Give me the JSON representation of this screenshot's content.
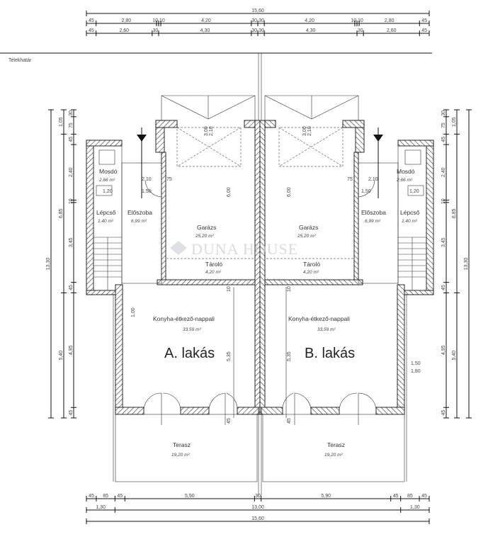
{
  "plot_label": "Telekhatár",
  "watermark": "DUNA HOUSE",
  "dimensions": {
    "top": {
      "total": "15,60",
      "row2": [
        "45",
        "2,80",
        "10",
        "10",
        "4,20",
        "30",
        "30",
        "4,20",
        "10",
        "10",
        "2,80",
        "45"
      ],
      "row3": [
        "45",
        "2,60",
        "30",
        "4,30",
        "30",
        "30",
        "4,30",
        "30",
        "2,60",
        "45"
      ]
    },
    "bottom": {
      "row1": [
        "45",
        "85",
        "45",
        "5,90",
        "30",
        "5,90",
        "45",
        "85",
        "45"
      ],
      "row2": [
        "1,30",
        "13,00",
        "1,30"
      ],
      "total": "15,60"
    },
    "left": {
      "total": "13,30",
      "mid": [
        "1,05",
        "6,85",
        "5,40"
      ],
      "inner": [
        "30",
        "75",
        "45",
        "2,40",
        "10",
        "3,45",
        "45",
        "4,95",
        "45"
      ]
    },
    "right": {
      "total": "13,30",
      "mid": [
        "1,05",
        "6,85",
        "5,40"
      ],
      "inner": [
        "30",
        "75",
        "45",
        "2,40",
        "10",
        "3,45",
        "45",
        "4,95",
        "45"
      ]
    },
    "interior": {
      "garage_depth": "6,00",
      "living_depth": "5,35",
      "door_h": "2,10",
      "window_w": "75",
      "opening": "1,20",
      "opening2": "1,50",
      "gate_w": "3,00",
      "gate_h": "2,10",
      "win_right_w": "1,50",
      "win_right_h": "1,80",
      "win_left_h": "1,00",
      "living_gap": "10",
      "terrace_gap": "45"
    }
  },
  "units": {
    "A": {
      "title": "A. lakás",
      "rooms": {
        "mosdo": {
          "name": "Mosdó",
          "area": "2,66 m²"
        },
        "eloszoba": {
          "name": "Előszoba",
          "area": "6,99 m²"
        },
        "lepcso": {
          "name": "Lépcső",
          "area": "1,40 m²"
        },
        "garazs": {
          "name": "Garázs",
          "area": "25,20 m²"
        },
        "tarolo": {
          "name": "Tároló",
          "area": "4,20 m²"
        },
        "nappali": {
          "name": "Konyha-étkező-nappali",
          "area": "33,59 m²"
        },
        "terasz": {
          "name": "Terasz",
          "area": "19,20 m²"
        }
      }
    },
    "B": {
      "title": "B. lakás",
      "rooms": {
        "mosdo": {
          "name": "Mosdó",
          "area": "2,66 m²"
        },
        "eloszoba": {
          "name": "Előszoba",
          "area": "6,99 m²"
        },
        "lepcso": {
          "name": "Lépcső",
          "area": "1,40 m²"
        },
        "garazs": {
          "name": "Garázs",
          "area": "25,20 m²"
        },
        "tarolo": {
          "name": "Tároló",
          "area": "4,20 m²"
        },
        "nappali": {
          "name": "Konyha-étkező-nappali",
          "area": "33,59 m²"
        },
        "terasz": {
          "name": "Terasz",
          "area": "19,20 m²"
        }
      }
    }
  }
}
